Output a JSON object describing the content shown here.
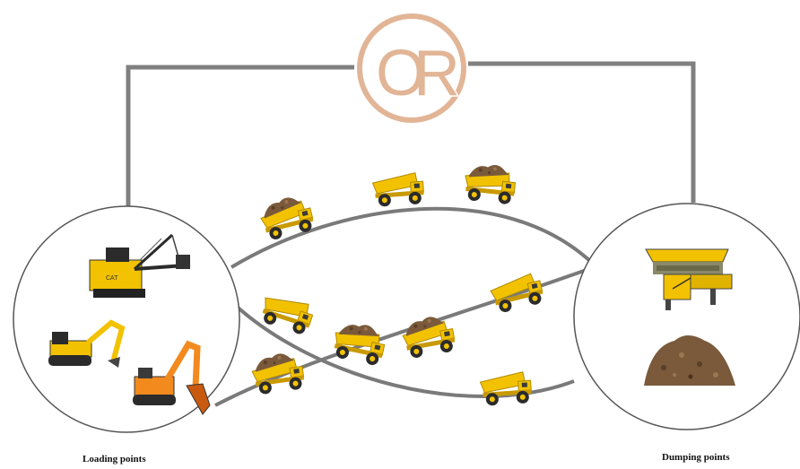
{
  "logo": {
    "text": "OR",
    "color": "#e2b596"
  },
  "colors": {
    "connector": "#808080",
    "route": "#7a7a7a",
    "truck_body": "#f2c200",
    "truck_dark": "#c99a00",
    "ore": "#7a5a3a",
    "circle_stroke": "#555555"
  },
  "nodes": {
    "loading": {
      "label": "Loading points",
      "equipment": [
        "electric-rope-shovel",
        "yellow-excavator",
        "orange-excavator"
      ]
    },
    "dumping": {
      "label": "Dumping points",
      "equipment": [
        "crusher-hopper",
        "ore-stockpile"
      ]
    }
  },
  "trucks": [
    {
      "loaded": true
    },
    {
      "loaded": false
    },
    {
      "loaded": true
    },
    {
      "loaded": false
    },
    {
      "loaded": true
    },
    {
      "loaded": true
    },
    {
      "loaded": false
    },
    {
      "loaded": true
    },
    {
      "loaded": false
    }
  ]
}
